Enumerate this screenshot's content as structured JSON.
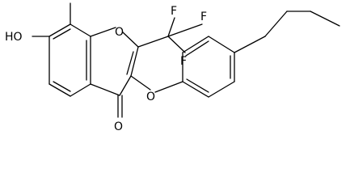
{
  "molecule": {
    "atoms": {
      "hydroxyl": "HO",
      "ring_oxygen": "O",
      "carbonyl_oxygen": "O",
      "ether_oxygen": "O",
      "f_top_left": "F",
      "f_top_right": "F",
      "f_right": "F"
    }
  },
  "colors": {
    "bond": "#000000",
    "text": "#000000",
    "background": "#ffffff"
  }
}
